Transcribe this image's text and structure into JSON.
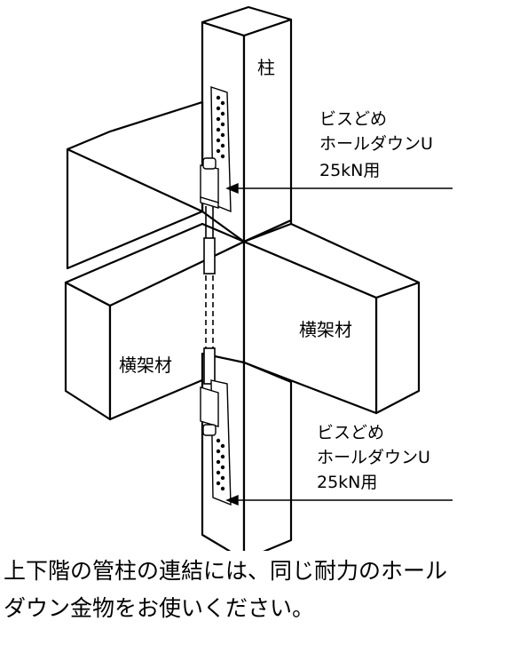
{
  "labels": {
    "column": "柱",
    "beam_right": "横架材",
    "beam_left": "横架材",
    "hardware_upper": [
      "ビスどめ",
      "ホールダウンU",
      "25kN用"
    ],
    "hardware_lower": [
      "ビスどめ",
      "ホールダウンU",
      "25kN用"
    ]
  },
  "caption": {
    "line1": "上下階の管柱の連結には、同じ耐力のホール",
    "line2": "ダウン金物をお使いください。"
  },
  "colors": {
    "stroke": "#000000",
    "fill": "#ffffff"
  }
}
